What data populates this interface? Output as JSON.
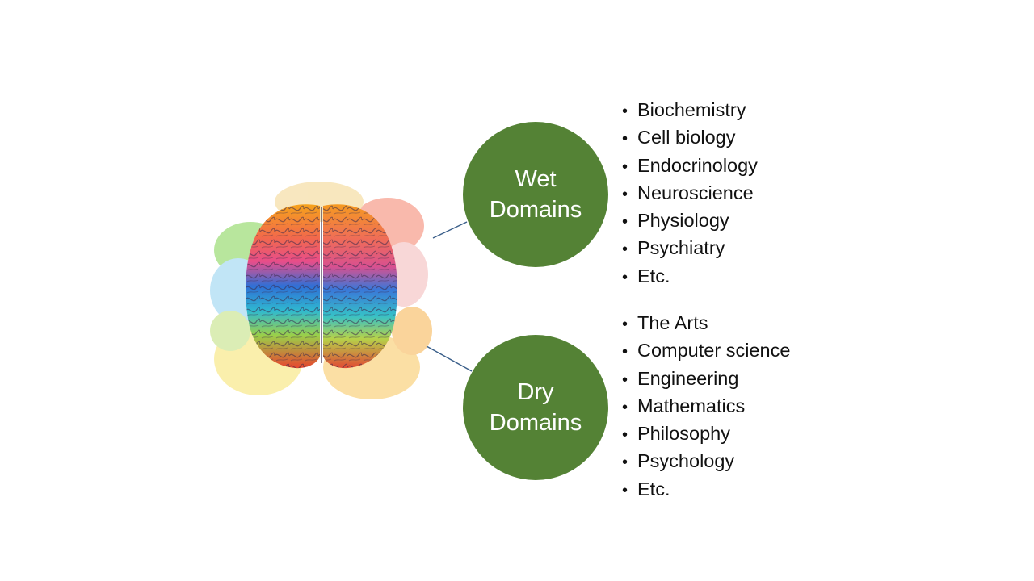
{
  "colors": {
    "circle_fill": "#548235",
    "connector": "#3b5f8a",
    "text": "#111111"
  },
  "image": {
    "icon": "brain-icon"
  },
  "wet": {
    "title_line1": "Wet",
    "title_line2": "Domains",
    "items": [
      "Biochemistry",
      "Cell biology",
      "Endocrinology",
      "Neuroscience",
      "Physiology",
      "Psychiatry",
      "Etc."
    ]
  },
  "dry": {
    "title_line1": "Dry",
    "title_line2": "Domains",
    "items": [
      "The Arts",
      "Computer science",
      "Engineering",
      "Mathematics",
      "Philosophy",
      "Psychology",
      "Etc."
    ]
  }
}
